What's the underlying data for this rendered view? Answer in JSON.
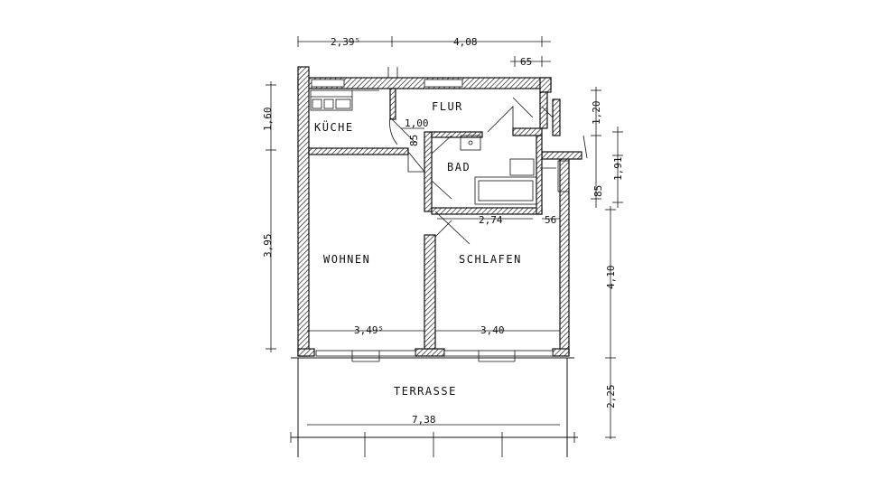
{
  "rooms": {
    "kueche": "KÜCHE",
    "flur": "FLUR",
    "bad": "BAD",
    "wohnen": "WOHNEN",
    "schlafen": "SCHLAFEN",
    "terrasse": "TERRASSE"
  },
  "dimensions": {
    "top_left_width": "2,39⁵",
    "top_right_width": "4,08",
    "top_small_width": "65",
    "left_upper_height": "1,60",
    "left_lower_height": "3,95",
    "kitchen_door": "1,00",
    "kitchen_door_sub": "85",
    "bath_width": "2,74",
    "bath_offset": "56",
    "living_width": "3,49⁵",
    "bedroom_width": "3,40",
    "terrace_width": "7,38",
    "right_top_height": "1,20",
    "right_mid_height": "1,91",
    "right_small": "85",
    "right_bedroom_height": "4,10",
    "right_terrace_height": "2,25"
  }
}
